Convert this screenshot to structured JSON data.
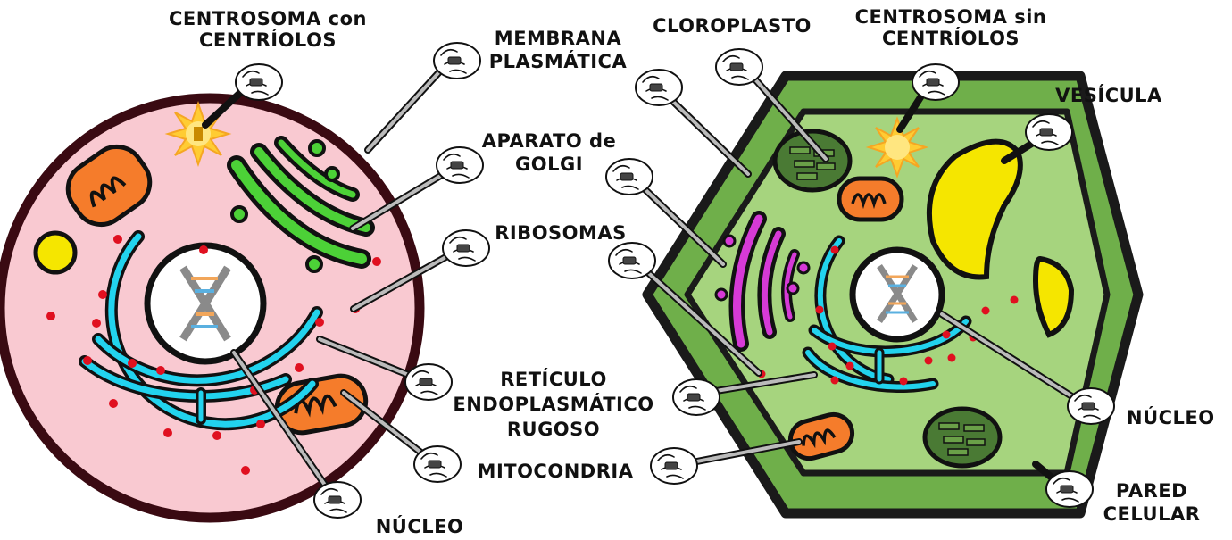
{
  "labels": {
    "centrosoma_con": [
      "CENTROSOMA con",
      "CENTRÍOLOS"
    ],
    "membrana": [
      "MEMBRANA",
      "PLASMÁTICA"
    ],
    "golgi": [
      "APARATO de",
      "GOLGI"
    ],
    "ribosomas": "RIBOSOMAS",
    "reticulo": [
      "RETÍCULO",
      "ENDOPLASMÁTICO",
      "RUGOSO"
    ],
    "mitocondria": "MITOCONDRIA",
    "nucleo_animal": "NÚCLEO",
    "cloroplasto": "CLOROPLASTO",
    "centrosoma_sin": [
      "CENTROSOMA sin",
      "CENTRÍOLOS"
    ],
    "vesicula": "VESÍCULA",
    "nucleo_vegetal": "NÚCLEO",
    "pared": [
      "PARED",
      "CELULAR"
    ]
  },
  "colors": {
    "animal_cytoplasm": "#f9c9d1",
    "animal_membrane": "#3a0a12",
    "plant_wall": "#6faf4a",
    "plant_cytoplasm": "#a6d47e",
    "outline": "#1a1a1a",
    "er": "#22d3ee",
    "golgi_animal": "#4cd137",
    "golgi_plant": "#d63ad6",
    "mitochondria": "#f57c2b",
    "ribosome": "#e01020",
    "vesicle": "#f5e600",
    "chloroplast": "#4a7a34",
    "centrosome": "#ffcc33"
  }
}
